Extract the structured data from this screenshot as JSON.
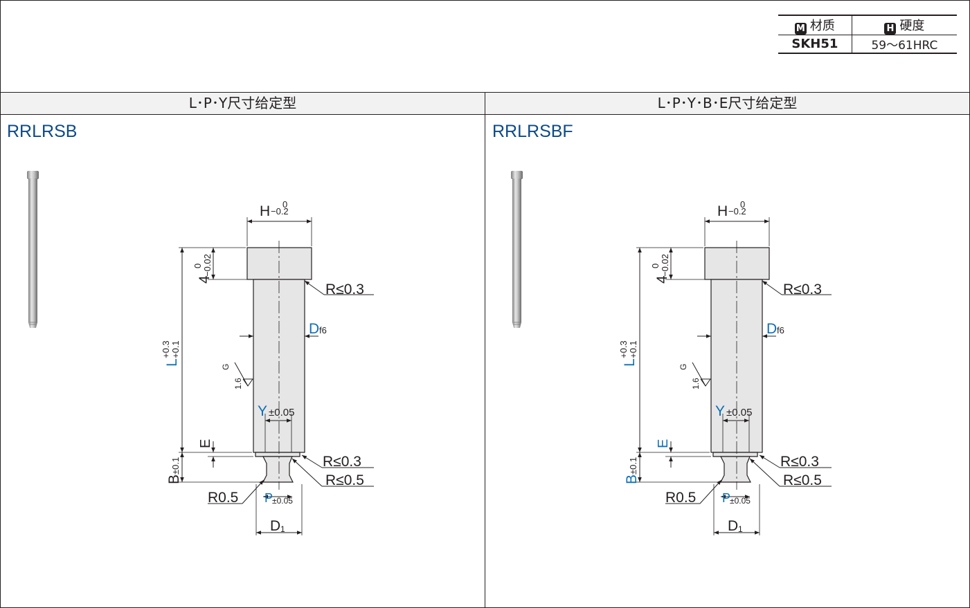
{
  "material_table": {
    "headers": [
      {
        "badge": "M",
        "label": "材质"
      },
      {
        "badge": "H",
        "label": "硬度"
      }
    ],
    "values": [
      "SKH51",
      "59～61HRC"
    ]
  },
  "panels": [
    {
      "header": "L･P･Y尺寸给定型",
      "code": "RRLRSB",
      "dims": {
        "h": "H",
        "h_up": "0",
        "h_low": "−0.2",
        "head": "4",
        "head_up": "0",
        "head_low": "−0.02",
        "l": "L",
        "l_up": "+0.3",
        "l_low": "+0.1",
        "d": "D",
        "d_sub": "f6",
        "y": "Y",
        "y_tol": "±0.05",
        "e": "E",
        "b": "B",
        "b_tol": "±0.1",
        "r1": "R≤0.3",
        "r2": "R≤0.3",
        "r3": "R≤0.5",
        "r4": "R0.5",
        "p": "P",
        "p_tol": "±0.05",
        "d1": "D",
        "d1_sub": "1",
        "rough": "1.6",
        "rough_g": "G"
      }
    },
    {
      "header": "L･P･Y･B･E尺寸给定型",
      "code": "RRLRSBF",
      "dims": {
        "h": "H",
        "h_up": "0",
        "h_low": "−0.2",
        "head": "4",
        "head_up": "0",
        "head_low": "−0.02",
        "l": "L",
        "l_up": "+0.3",
        "l_low": "+0.1",
        "d": "D",
        "d_sub": "f6",
        "y": "Y",
        "y_tol": "±0.05",
        "e": "E",
        "b": "B",
        "b_tol": "±0.1",
        "r1": "R≤0.3",
        "r2": "R≤0.3",
        "r3": "R≤0.5",
        "r4": "R0.5",
        "p": "P",
        "p_tol": "±0.05",
        "d1": "D",
        "d1_sub": "1",
        "rough": "1.6",
        "rough_g": "G"
      }
    }
  ],
  "colors": {
    "accent_blue": "#0d6fb8",
    "code_blue": "#0d4a86",
    "header_bg": "#f2f2f2",
    "line": "#231f20"
  }
}
